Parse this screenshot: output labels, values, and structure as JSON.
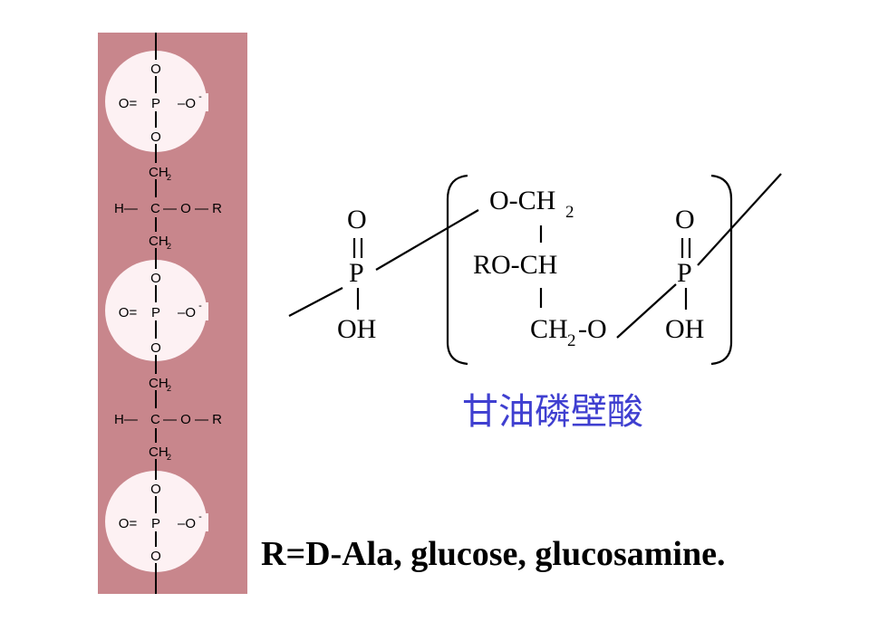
{
  "left_strip": {
    "background": "#c8868c",
    "circle_fill": "#fdf1f3",
    "phosphate": {
      "o": "O",
      "double": "O=",
      "p": "P",
      "minus": "–O",
      "sup": "-"
    },
    "glycerol": {
      "ch": "CH",
      "sub": "2",
      "h": "H—",
      "c": "C",
      "or": "— O — R"
    }
  },
  "formula": {
    "o_top_left": "O",
    "p_left": "P",
    "oh_left": "OH",
    "och2_main": "O-CH",
    "och2_sub": "2",
    "roch": "RO-CH",
    "ch2o_ch": "CH",
    "ch2o_sub": "2",
    "ch2o_tail": "-O",
    "o_top_right": "O",
    "p_right": "P",
    "oh_right": "OH"
  },
  "caption": "甘油磷壁酸",
  "footnote": "R=D-Ala, glucose, glucosamine.",
  "colors": {
    "caption": "#3f3fd0",
    "ink": "#000000"
  }
}
